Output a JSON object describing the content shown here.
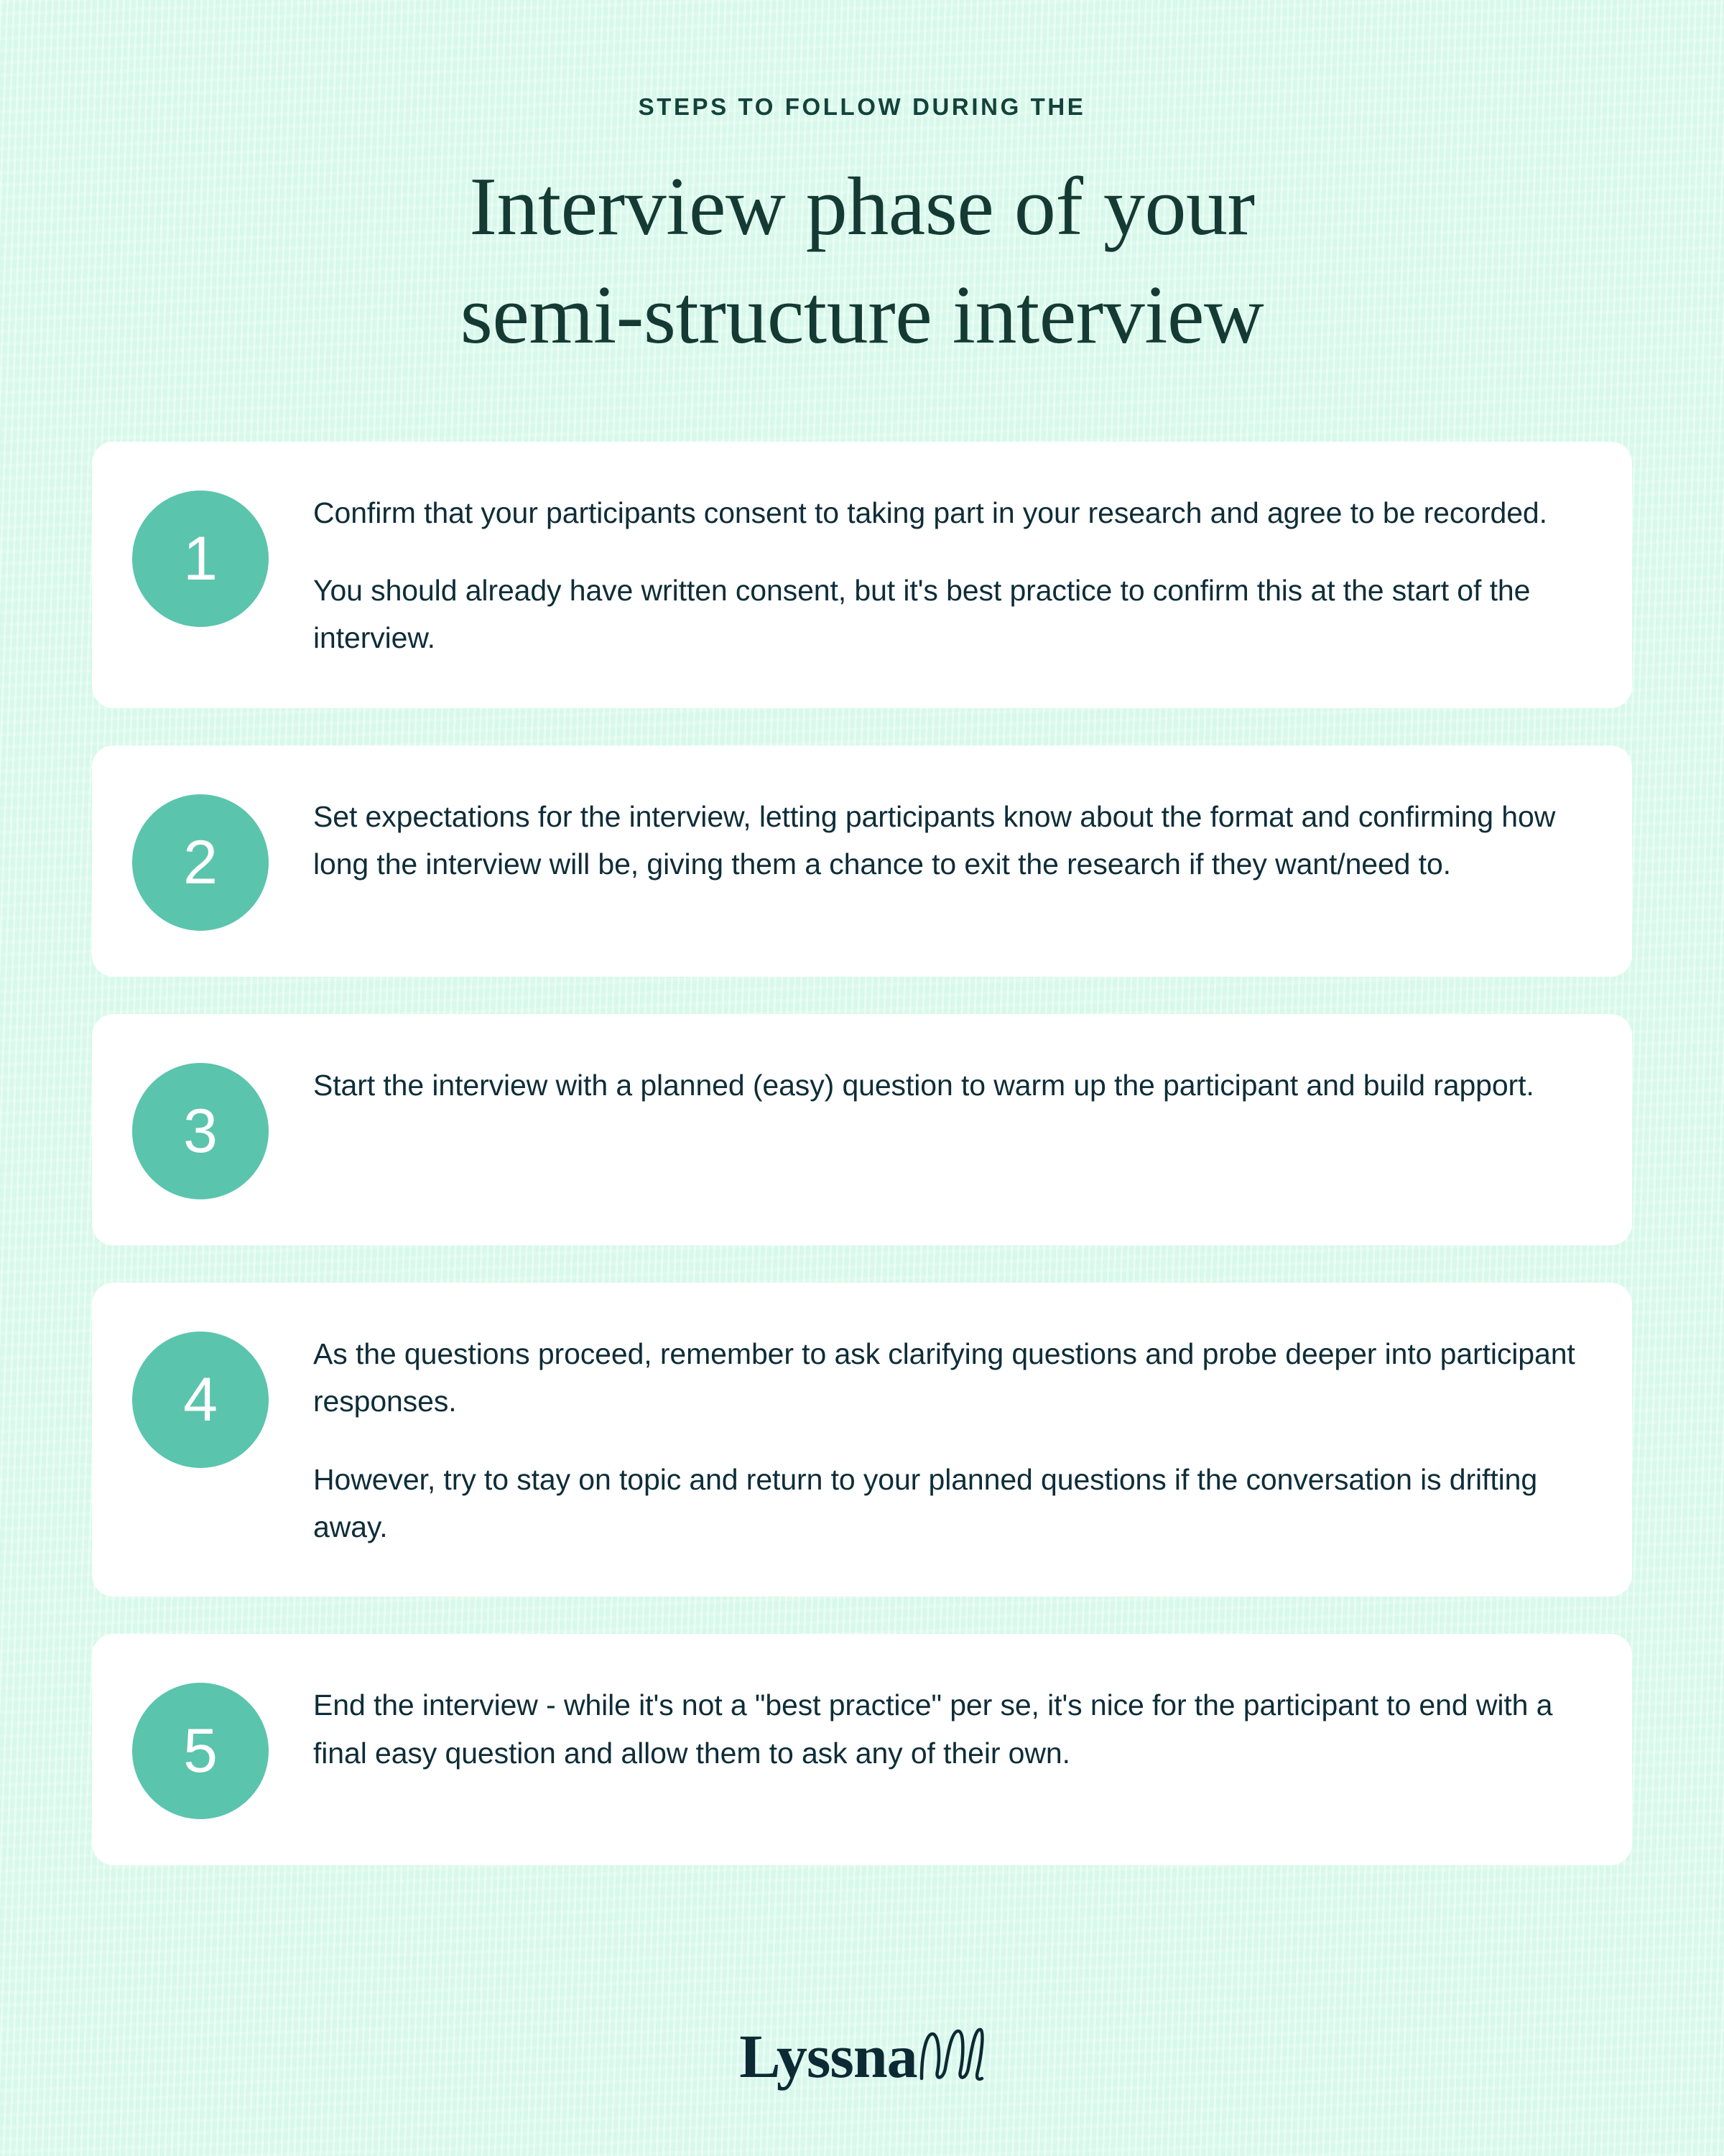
{
  "theme": {
    "background": "#e0fbf0",
    "card_background": "#ffffff",
    "badge_color": "#5bc4ac",
    "badge_text_color": "#ffffff",
    "title_color": "#143a33",
    "kicker_color": "#13423a",
    "body_text_color": "#0e2d38",
    "logo_color": "#0c2a33"
  },
  "header": {
    "kicker": "STEPS TO FOLLOW DURING THE",
    "title_line_1": "Interview phase of your",
    "title_line_2": "semi-structure interview"
  },
  "steps": [
    {
      "number": "1",
      "paragraph_1": "Confirm that your participants consent to taking part in your research and agree to be recorded.",
      "paragraph_2": "You should already have written consent, but it's best practice to confirm this at the start of the interview."
    },
    {
      "number": "2",
      "paragraph_1": "Set expectations for the interview, letting participants know about the format and confirming how long the interview will be, giving them a chance to exit the research if they want/need to.",
      "paragraph_2": ""
    },
    {
      "number": "3",
      "paragraph_1": "Start the interview with a planned (easy) question to warm up the participant and build rapport.",
      "paragraph_2": ""
    },
    {
      "number": "4",
      "paragraph_1": "As the questions proceed, remember to ask clarifying questions and probe deeper into participant responses.",
      "paragraph_2": "However, try to stay on topic and return to your planned questions if the conversation is drifting away."
    },
    {
      "number": "5",
      "paragraph_1": "End the interview - while it's not a \"best practice\" per se, it's nice for the participant to end with a final easy question and allow them to ask any of their own.",
      "paragraph_2": ""
    }
  ],
  "footer": {
    "logo_wordmark": "Lyssna",
    "logo_mark_name": "lyssna-squiggle-icon"
  }
}
